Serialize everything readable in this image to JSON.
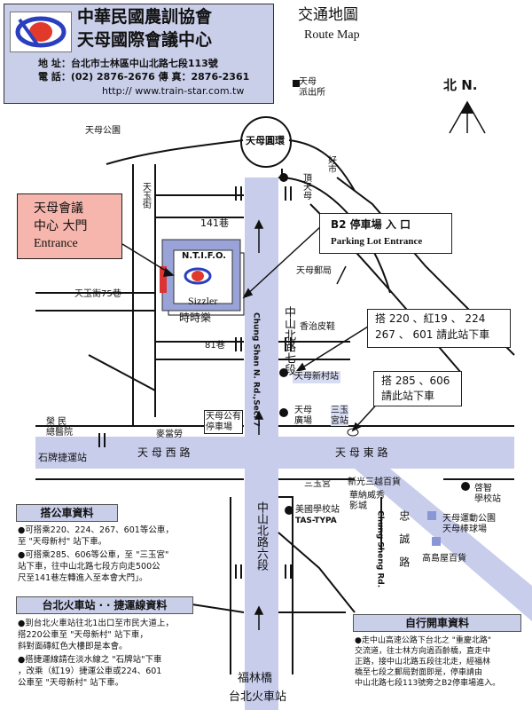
{
  "header": {
    "org_name": "中華民國農訓協會",
    "center_name": "天母國際會議中心",
    "address": "地  址：台北市士林區中山北路七段113號",
    "phone": "電  話：(02) 2876-2676   傳  真：2876-2361",
    "url": "http:// www.train-star.com.tw"
  },
  "title": {
    "zh": "交通地圖",
    "en": "Route  Map"
  },
  "north_label": "北 N.",
  "entrance_box": {
    "line1": "天母會議",
    "line2": "中心 大門",
    "line3": "Entrance"
  },
  "parking_box": {
    "line1": "B2 停車場 入 口",
    "line2": "Parking Lot Entrance"
  },
  "bus_box_1": {
    "line1": "搭 220 、紅19 、 224",
    "line2": "267 、 601 請此站下車"
  },
  "bus_box_2": {
    "line1": "搭 285 、606",
    "line2": "請此站下車"
  },
  "building": {
    "name": "N.T.I.F.O.",
    "restaurant": "Sizzler",
    "restaurant_zh": "時時樂"
  },
  "places": {
    "tianmu_police": "天母\n派出所",
    "tianmu_roundabout": "天母圓環",
    "tianmu_park": "天母公園",
    "tianyu_st": "天玉街",
    "lane_141": "141巷",
    "lane_75": "天玉街75巷",
    "lane_81": "81巷",
    "dingmu": "頂天母",
    "haoshi": "好市",
    "post_office": "天母郵局",
    "xiangzhi": "香治皮鞋",
    "xincun_station": "天母新村站",
    "tianmu_square": "天母\n廣場",
    "sanyu_station": "三玉\n宮站",
    "rongmin": "榮 民\n總醫院",
    "mcdonalds": "麥當勞",
    "public_parking": "天母公有\n停車場",
    "shipai_mrt": "石牌捷運站",
    "tianmu_w_rd": "天 母 西 路",
    "tianmu_e_rd": "天 母 東 路",
    "sanyu_temple": "三玉宮",
    "shin_kong": "新光三越百貨",
    "warner": "華納威秀\n影城",
    "american_school": "美國學校站",
    "tas": "TAS-TYPA",
    "qiming": "啓智\n學校站",
    "sports_park": "天母運動公園\n天母棒球場",
    "takashimaya": "高島屋百貨",
    "zhongshan_7": "中山北路七段",
    "zhongshan_7_en": "Chung Shan N. Rd.,Sec. 7",
    "zhongshan_6": "中山北路六段",
    "zhongcheng": "忠 誠 路",
    "zhongcheng_en": "Chung Sheng Rd.",
    "fulin_bridge": "福林橋",
    "taipei_station": "台北火車站"
  },
  "info": {
    "bus_title": "搭公車資料",
    "bus_items": [
      "●可搭乘220、224、267、601等公車，\n   至 \"天母新村\" 站下車。",
      "●可搭乘285、606等公車，至 \"三玉宮\"\n   站下車，往中山北路七段方向走500公\n   尺至141巷左轉進入至本會大門」。"
    ],
    "train_title": "台北火車站 ‧ ‧ 捷運線資料",
    "train_items": [
      "●到台北火車站往北1出口至市民大道上，\n   搭220公車至 \"天母新村\" 站下車，\n   斜對面磚紅色大樓即是本會。",
      "●搭捷運線請在淡水線之 \"石牌站\"下車\n   ，改乘（紅19）捷運公車或224、601\n   公車至 \"天母新村\" 站下車。"
    ],
    "drive_title": "自行開車資料",
    "drive_items": [
      "●走中山高速公路下台北之 \"重慶北路\"\n   交流道，往士林方向過百齡橋，直走中\n   正路，接中山北路五段往北走，經福林\n   橋至七段之郵局對面即是，停車請由\n   中山北路七段113號旁之B2停車場進入。"
    ]
  },
  "colors": {
    "road": "#c8cdec",
    "header_bg": "#c9cee9",
    "entrance_bg": "#f6b6ad",
    "building": "#9aa3d8"
  }
}
